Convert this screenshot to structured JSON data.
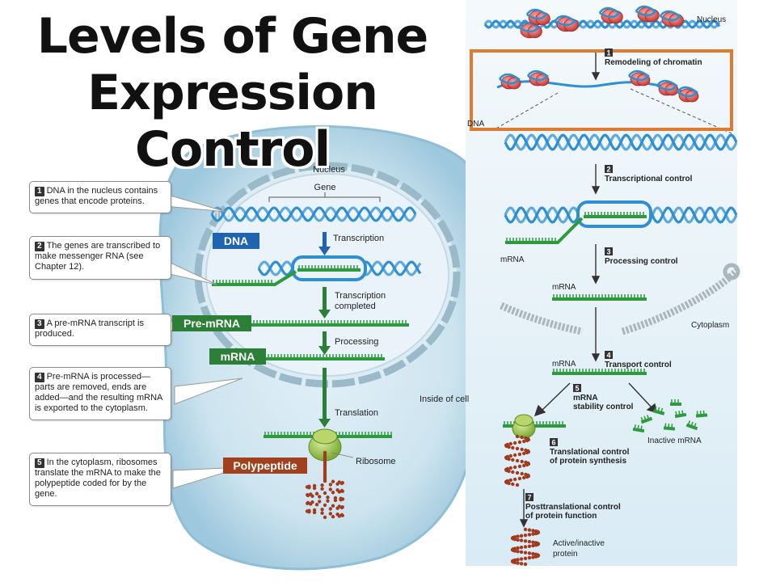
{
  "title": {
    "line1": "Levels of Gene",
    "line2": "Expression Control"
  },
  "left_panel": {
    "labels": {
      "nucleus": "Nucleus",
      "gene": "Gene",
      "transcription": "Transcription",
      "transcription_completed_1": "Transcription",
      "transcription_completed_2": "completed",
      "processing": "Processing",
      "translation": "Translation",
      "ribosome": "Ribosome",
      "inside_of_cell": "Inside of cell"
    },
    "tags": {
      "dna": "DNA",
      "pre_mrna": "Pre-mRNA",
      "mrna": "mRNA",
      "polypeptide": "Polypeptide"
    },
    "steps": [
      {
        "num": "1",
        "text": "DNA in the nucleus contains genes that encode proteins."
      },
      {
        "num": "2",
        "text": "The genes are transcribed to make messenger RNA (see Chapter 12)."
      },
      {
        "num": "3",
        "text": "A pre-mRNA transcript is produced."
      },
      {
        "num": "4",
        "text": "Pre-mRNA is processed—parts are removed, ends are added—and the resulting mRNA is exported to the cytoplasm."
      },
      {
        "num": "5",
        "text": "In the cytoplasm, ribosomes translate the mRNA to make the polypeptide coded for by the gene."
      }
    ]
  },
  "right_panel": {
    "nucleus_label": "Nucleus",
    "dna_label": "DNA",
    "mrna_label_cut": "mRNA",
    "mrna_label_1": "mRNA",
    "mrna_label_2": "mRNA",
    "cytoplasm_label": "Cytoplasm",
    "inactive_mrna_label": "Inactive mRNA",
    "active_protein_1": "Active/inactive",
    "active_protein_2": "protein",
    "highlight_color": "#e07a2e",
    "steps": [
      {
        "num": "1",
        "lines": [
          "Remodeling of chromatin"
        ]
      },
      {
        "num": "2",
        "lines": [
          "Transcriptional control"
        ]
      },
      {
        "num": "3",
        "lines": [
          "Processing control"
        ]
      },
      {
        "num": "4",
        "lines": [
          "Transport control"
        ]
      },
      {
        "num": "5",
        "lines": [
          "mRNA",
          "stability control"
        ]
      },
      {
        "num": "6",
        "lines": [
          "Translational control",
          "of protein synthesis"
        ]
      },
      {
        "num": "7",
        "lines": [
          "Posttranslational control",
          "of protein function"
        ]
      }
    ]
  },
  "colors": {
    "dna_blue": "#2f8fd3",
    "rna_green": "#2e9a3e",
    "tag_blue": "#1f64b0",
    "tag_green": "#2c7f36",
    "tag_brown": "#a0401c",
    "nucleosome_red": "#d9534f",
    "protein_chain": "#a33a1e"
  }
}
